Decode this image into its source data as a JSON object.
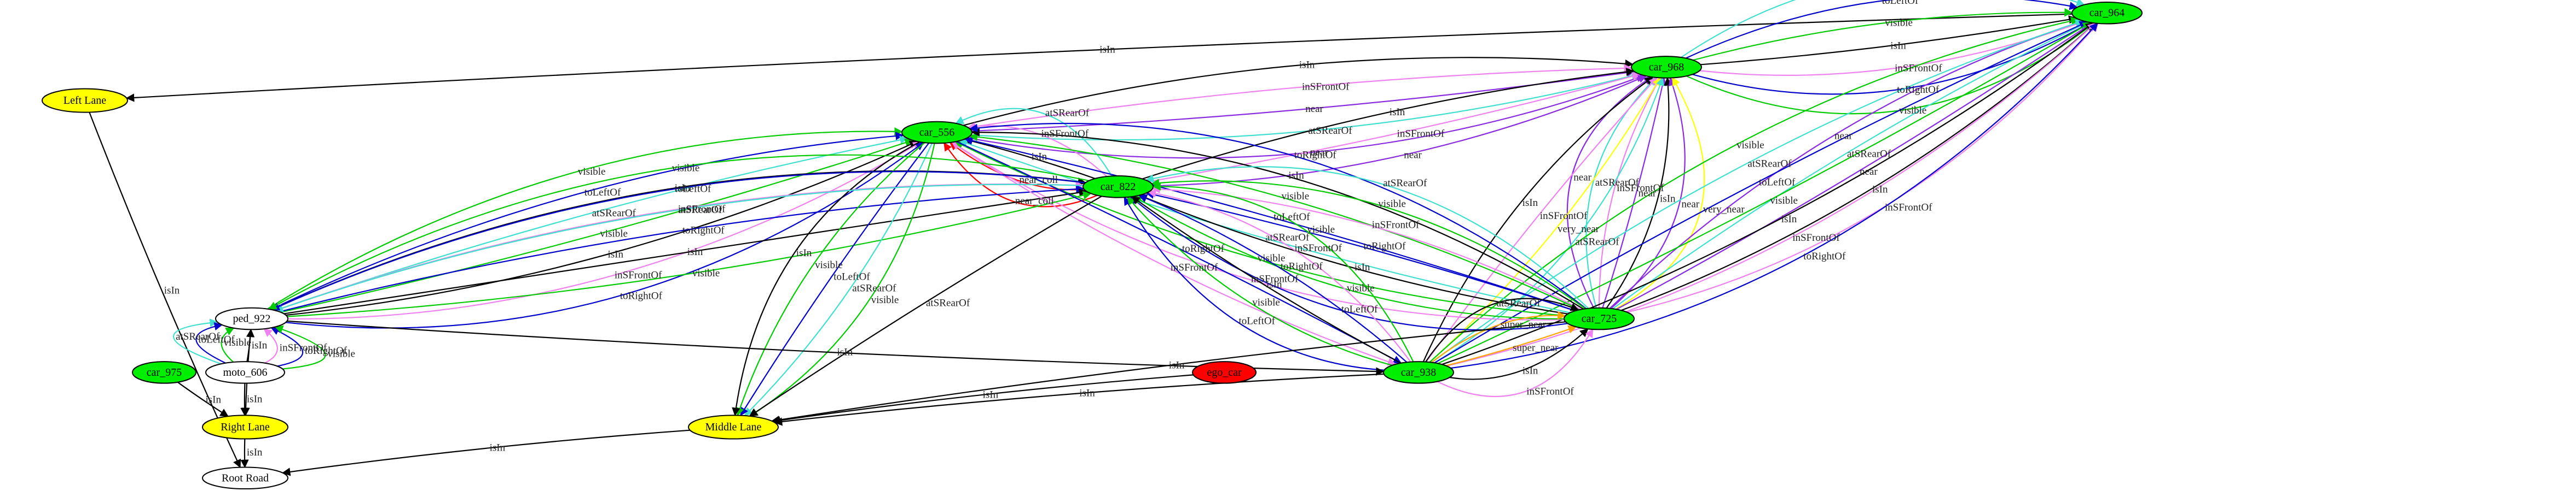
{
  "colors": {
    "car": "#00ee00",
    "lane": "#ffff00",
    "ego": "#ff0000",
    "plain": "#ffffff",
    "black": "#000000",
    "purple": "#8a2be2",
    "turquoise": "#40e0d0",
    "violet": "#ee82ee",
    "green": "#00cc00",
    "blue": "#0000cd",
    "yellow": "#ffff00",
    "orange": "#ffa500",
    "red": "#ff0000"
  },
  "nodes": [
    {
      "id": "car_964",
      "label": "car_964",
      "kind": "car"
    },
    {
      "id": "car_968",
      "label": "car_968",
      "kind": "car"
    },
    {
      "id": "car_556",
      "label": "car_556",
      "kind": "car"
    },
    {
      "id": "car_822",
      "label": "car_822",
      "kind": "car"
    },
    {
      "id": "car_725",
      "label": "car_725",
      "kind": "car"
    },
    {
      "id": "car_938",
      "label": "car_938",
      "kind": "car"
    },
    {
      "id": "car_975",
      "label": "car_975",
      "kind": "car"
    },
    {
      "id": "ego_car",
      "label": "ego_car",
      "kind": "ego"
    },
    {
      "id": "ped_922",
      "label": "ped_922",
      "kind": "plain"
    },
    {
      "id": "moto_606",
      "label": "moto_606",
      "kind": "plain"
    },
    {
      "id": "left_lane",
      "label": "Left Lane",
      "kind": "lane"
    },
    {
      "id": "right_lane",
      "label": "Right Lane",
      "kind": "lane"
    },
    {
      "id": "middle_lane",
      "label": "Middle Lane",
      "kind": "lane"
    },
    {
      "id": "root_road",
      "label": "Root Road",
      "kind": "plain"
    }
  ],
  "edges": [
    {
      "from": "car_964",
      "to": "left_lane",
      "label": "isIn",
      "color": "black"
    },
    {
      "from": "left_lane",
      "to": "root_road",
      "label": "isIn",
      "color": "black"
    },
    {
      "from": "car_968",
      "to": "car_964",
      "label": "atSRearOf",
      "color": "turquoise"
    },
    {
      "from": "car_968",
      "to": "car_964",
      "label": "toLeftOf",
      "color": "blue"
    },
    {
      "from": "car_968",
      "to": "car_964",
      "label": "visible",
      "color": "green"
    },
    {
      "from": "car_968",
      "to": "car_964",
      "label": "isIn",
      "color": "black"
    },
    {
      "from": "car_968",
      "to": "car_964",
      "label": "inSFrontOf",
      "color": "violet"
    },
    {
      "from": "car_968",
      "to": "car_964",
      "label": "toRightOf",
      "color": "blue"
    },
    {
      "from": "car_968",
      "to": "car_964",
      "label": "visible",
      "color": "green"
    },
    {
      "from": "car_556",
      "to": "car_968",
      "label": "isIn",
      "color": "black"
    },
    {
      "from": "car_556",
      "to": "car_968",
      "label": "inSFrontOf",
      "color": "violet"
    },
    {
      "from": "car_556",
      "to": "car_968",
      "label": "near",
      "color": "purple"
    },
    {
      "from": "car_556",
      "to": "car_968",
      "label": "atSRearOf",
      "color": "turquoise"
    },
    {
      "from": "car_556",
      "to": "car_968",
      "label": "near",
      "color": "purple"
    },
    {
      "from": "car_822",
      "to": "car_968",
      "label": "isIn",
      "color": "black"
    },
    {
      "from": "car_822",
      "to": "car_968",
      "label": "inSFrontOf",
      "color": "violet"
    },
    {
      "from": "car_822",
      "to": "car_968",
      "label": "near",
      "color": "purple"
    },
    {
      "from": "car_725",
      "to": "car_968",
      "label": "near",
      "color": "purple"
    },
    {
      "from": "car_725",
      "to": "car_968",
      "label": "atSRearOf",
      "color": "turquoise"
    },
    {
      "from": "car_725",
      "to": "car_968",
      "label": "inSFrontOf",
      "color": "violet"
    },
    {
      "from": "car_725",
      "to": "car_968",
      "label": "near",
      "color": "purple"
    },
    {
      "from": "car_725",
      "to": "car_968",
      "label": "isIn",
      "color": "black"
    },
    {
      "from": "car_725",
      "to": "car_968",
      "label": "near",
      "color": "purple"
    },
    {
      "from": "car_725",
      "to": "car_968",
      "label": "very_near",
      "color": "yellow"
    },
    {
      "from": "car_938",
      "to": "car_968",
      "label": "isIn",
      "color": "black"
    },
    {
      "from": "car_938",
      "to": "car_968",
      "label": "inSFrontOf",
      "color": "violet"
    },
    {
      "from": "car_938",
      "to": "car_968",
      "label": "very_near",
      "color": "yellow"
    },
    {
      "from": "car_938",
      "to": "car_968",
      "label": "atSRearOf",
      "color": "turquoise"
    },
    {
      "from": "car_725",
      "to": "car_964",
      "label": "near",
      "color": "purple"
    },
    {
      "from": "car_725",
      "to": "car_964",
      "label": "atSRearOf",
      "color": "turquoise"
    },
    {
      "from": "car_725",
      "to": "car_964",
      "label": "near",
      "color": "purple"
    },
    {
      "from": "car_725",
      "to": "car_964",
      "label": "isIn",
      "color": "black"
    },
    {
      "from": "car_725",
      "to": "car_964",
      "label": "inSFrontOf",
      "color": "violet"
    },
    {
      "from": "car_938",
      "to": "car_964",
      "label": "visible",
      "color": "green"
    },
    {
      "from": "car_938",
      "to": "car_964",
      "label": "atSRearOf",
      "color": "turquoise"
    },
    {
      "from": "car_938",
      "to": "car_964",
      "label": "toLeftOf",
      "color": "blue"
    },
    {
      "from": "car_938",
      "to": "car_964",
      "label": "visible",
      "color": "green"
    },
    {
      "from": "car_938",
      "to": "car_964",
      "label": "isIn",
      "color": "black"
    },
    {
      "from": "car_938",
      "to": "car_964",
      "label": "inSFrontOf",
      "color": "violet"
    },
    {
      "from": "car_938",
      "to": "car_964",
      "label": "toRightOf",
      "color": "blue"
    },
    {
      "from": "ped_922",
      "to": "car_556",
      "label": "visible",
      "color": "green"
    },
    {
      "from": "ped_922",
      "to": "car_556",
      "label": "toLeftOf",
      "color": "blue"
    },
    {
      "from": "ped_922",
      "to": "car_556",
      "label": "atSRearOf",
      "color": "turquoise"
    },
    {
      "from": "ped_922",
      "to": "car_556",
      "label": "visible",
      "color": "green"
    },
    {
      "from": "ped_922",
      "to": "car_556",
      "label": "isIn",
      "color": "black"
    },
    {
      "from": "ped_922",
      "to": "car_556",
      "label": "inSFrontOf",
      "color": "violet"
    },
    {
      "from": "ped_922",
      "to": "car_556",
      "label": "toRightOf",
      "color": "blue"
    },
    {
      "from": "car_822",
      "to": "car_556",
      "label": "near_coll",
      "color": "red"
    },
    {
      "from": "car_822",
      "to": "car_556",
      "label": "near_coll",
      "color": "red"
    },
    {
      "from": "car_822",
      "to": "car_556",
      "label": "isIn",
      "color": "black"
    },
    {
      "from": "car_822",
      "to": "car_556",
      "label": "inSFrontOf",
      "color": "violet"
    },
    {
      "from": "car_822",
      "to": "car_556",
      "label": "atSRearOf",
      "color": "turquoise"
    },
    {
      "from": "car_725",
      "to": "car_556",
      "label": "inSFrontOf",
      "color": "violet"
    },
    {
      "from": "car_725",
      "to": "car_556",
      "label": "visible",
      "color": "green"
    },
    {
      "from": "car_725",
      "to": "car_556",
      "label": "atSRearOf",
      "color": "turquoise"
    },
    {
      "from": "car_725",
      "to": "car_556",
      "label": "toLeftOf",
      "color": "blue"
    },
    {
      "from": "car_725",
      "to": "car_556",
      "label": "visible",
      "color": "green"
    },
    {
      "from": "car_725",
      "to": "car_556",
      "label": "isIn",
      "color": "black"
    },
    {
      "from": "car_725",
      "to": "car_556",
      "label": "toRightOf",
      "color": "blue"
    },
    {
      "from": "ped_922",
      "to": "car_822",
      "label": "isIn",
      "color": "black"
    },
    {
      "from": "ped_922",
      "to": "car_822",
      "label": "inSFrontOf",
      "color": "violet"
    },
    {
      "from": "ped_922",
      "to": "car_822",
      "label": "toRightOf",
      "color": "blue"
    },
    {
      "from": "ped_922",
      "to": "car_822",
      "label": "isIn",
      "color": "black"
    },
    {
      "from": "ped_922",
      "to": "car_822",
      "label": "visible",
      "color": "green"
    },
    {
      "from": "car_556",
      "to": "middle_lane",
      "label": "visible",
      "color": "green"
    },
    {
      "from": "car_556",
      "to": "middle_lane",
      "label": "atSRearOf",
      "color": "turquoise"
    },
    {
      "from": "car_556",
      "to": "middle_lane",
      "label": "toLeftOf",
      "color": "blue"
    },
    {
      "from": "car_556",
      "to": "middle_lane",
      "label": "visible",
      "color": "green"
    },
    {
      "from": "car_556",
      "to": "middle_lane",
      "label": "isIn",
      "color": "black"
    },
    {
      "from": "car_556",
      "to": "car_938",
      "label": "toRightOf",
      "color": "blue"
    },
    {
      "from": "car_556",
      "to": "car_938",
      "label": "inSFrontOf",
      "color": "violet"
    },
    {
      "from": "car_822",
      "to": "ped_922",
      "label": "atSRearOf",
      "color": "turquoise"
    },
    {
      "from": "car_822",
      "to": "ped_922",
      "label": "toLeftOf",
      "color": "blue"
    },
    {
      "from": "car_822",
      "to": "ped_922",
      "label": "visible",
      "color": "green"
    },
    {
      "from": "car_725",
      "to": "car_822",
      "label": "toLeftOf",
      "color": "blue"
    },
    {
      "from": "car_725",
      "to": "car_822",
      "label": "visible",
      "color": "green"
    },
    {
      "from": "car_725",
      "to": "car_822",
      "label": "isIn",
      "color": "black"
    },
    {
      "from": "car_725",
      "to": "car_822",
      "label": "toRightOf",
      "color": "blue"
    },
    {
      "from": "car_725",
      "to": "car_822",
      "label": "inSFrontOf",
      "color": "violet"
    },
    {
      "from": "car_725",
      "to": "car_822",
      "label": "visible",
      "color": "green"
    },
    {
      "from": "car_725",
      "to": "car_822",
      "label": "atSRearOf",
      "color": "turquoise"
    },
    {
      "from": "car_822",
      "to": "middle_lane",
      "label": "atSRearOf",
      "color": "black"
    },
    {
      "from": "car_938",
      "to": "car_822",
      "label": "toLeftOf",
      "color": "blue"
    },
    {
      "from": "car_938",
      "to": "car_822",
      "label": "visible",
      "color": "green"
    },
    {
      "from": "car_938",
      "to": "car_822",
      "label": "isIn",
      "color": "black"
    },
    {
      "from": "car_938",
      "to": "car_822",
      "label": "toRightOf",
      "color": "blue"
    },
    {
      "from": "car_938",
      "to": "car_822",
      "label": "inSFrontOf",
      "color": "violet"
    },
    {
      "from": "car_938",
      "to": "car_822",
      "label": "visible",
      "color": "green"
    },
    {
      "from": "car_938",
      "to": "car_725",
      "label": "atSRearOf",
      "color": "black"
    },
    {
      "from": "car_938",
      "to": "car_725",
      "label": "super_near",
      "color": "orange"
    },
    {
      "from": "car_938",
      "to": "car_725",
      "label": "super_near",
      "color": "orange"
    },
    {
      "from": "car_938",
      "to": "car_725",
      "label": "isIn",
      "color": "black"
    },
    {
      "from": "car_938",
      "to": "car_725",
      "label": "inSFrontOf",
      "color": "violet"
    },
    {
      "from": "car_938",
      "to": "middle_lane",
      "label": "isIn",
      "color": "black"
    },
    {
      "from": "car_725",
      "to": "middle_lane",
      "label": "isIn",
      "color": "black"
    },
    {
      "from": "ego_car",
      "to": "middle_lane",
      "label": "isIn",
      "color": "black"
    },
    {
      "from": "ped_922",
      "to": "car_938",
      "label": "isIn",
      "color": "black"
    },
    {
      "from": "moto_606",
      "to": "ped_922",
      "label": "atSRearOf",
      "color": "turquoise"
    },
    {
      "from": "moto_606",
      "to": "ped_922",
      "label": "toLeftOf",
      "color": "blue"
    },
    {
      "from": "moto_606",
      "to": "ped_922",
      "label": "visible",
      "color": "green"
    },
    {
      "from": "moto_606",
      "to": "ped_922",
      "label": "isIn",
      "color": "black"
    },
    {
      "from": "moto_606",
      "to": "ped_922",
      "label": "inSFrontOf",
      "color": "violet"
    },
    {
      "from": "moto_606",
      "to": "ped_922",
      "label": "toRightOf",
      "color": "blue"
    },
    {
      "from": "moto_606",
      "to": "ped_922",
      "label": "visible",
      "color": "green"
    },
    {
      "from": "ped_922",
      "to": "right_lane",
      "label": "isIn",
      "color": "black"
    },
    {
      "from": "moto_606",
      "to": "right_lane",
      "label": "isIn",
      "color": "black"
    },
    {
      "from": "car_975",
      "to": "right_lane",
      "label": "isIn",
      "color": "black"
    },
    {
      "from": "right_lane",
      "to": "root_road",
      "label": "isIn",
      "color": "black"
    },
    {
      "from": "middle_lane",
      "to": "root_road",
      "label": "isIn",
      "color": "black"
    }
  ]
}
